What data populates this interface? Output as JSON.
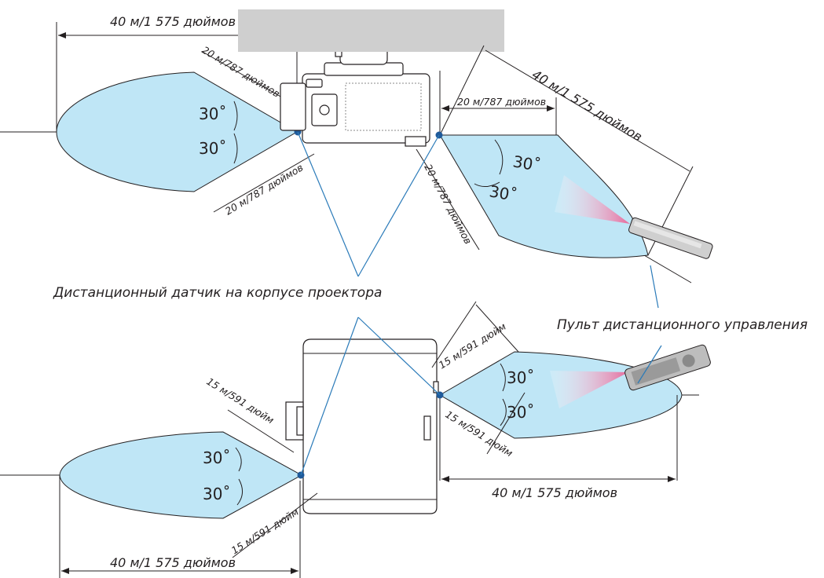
{
  "labels": {
    "top_left_range": "40 м/1 575 дюймов",
    "top_left_upper": "20 м/787 дюймов",
    "top_left_lower": "20 м/787 дюймов",
    "top_right_range": "40 м/1 575 дюймов",
    "top_right_horizontal": "20 м/787 дюймов",
    "top_right_vertical": "20 м/787 дюймов",
    "bottom_right_upper": "15 м/591 дюйм",
    "bottom_right_lower": "15 м/591 дюйм",
    "bottom_right_range": "40 м/1 575 дюймов",
    "bottom_left_upper": "15 м/591 дюйм",
    "bottom_left_lower": "15 м/591 дюйм",
    "bottom_left_range": "40 м/1 575 дюймов"
  },
  "angles": {
    "a1": "30˚",
    "a2": "30˚",
    "a3": "30˚",
    "a4": "30˚",
    "a5": "30˚",
    "a6": "30˚",
    "a7": "30˚",
    "a8": "30˚"
  },
  "captions": {
    "sensor": "Дистанционный датчик на корпусе проектора",
    "remote": "Пульт дистанционного управления"
  },
  "colors": {
    "cone_fill": "#bfe6f6",
    "pointer_line": "#2b7bb9",
    "sensor_dot": "#1f5a9a",
    "ir_beam": "#e88bb0",
    "redaction_box": "#cfcfcf"
  }
}
